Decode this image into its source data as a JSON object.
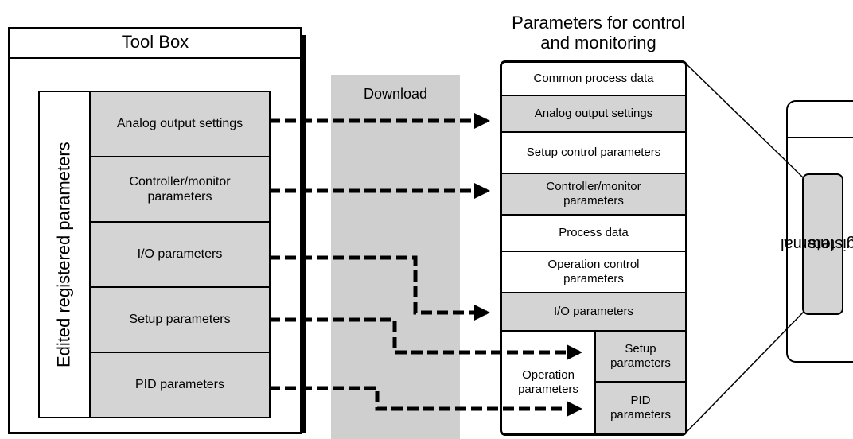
{
  "toolbox": {
    "title": "Tool Box",
    "group_label": "Edited registered parameters",
    "items": [
      "Analog output settings",
      "Controller/monitor parameters",
      "I/O parameters",
      "Setup parameters",
      "PID parameters"
    ]
  },
  "download_label": "Download",
  "params": {
    "title_line1": "Parameters for control",
    "title_line2": "and monitoring",
    "blocks": [
      "Common process data",
      "Analog output settings",
      "Setup control parameters",
      "Controller/monitor parameters",
      "Process data",
      "Operation control parameters",
      "I/O parameters"
    ],
    "operation_label": "Operation parameters",
    "sub_blocks": [
      "Setup parameters",
      "PID parameters"
    ]
  },
  "device": {
    "registers_line1": "Internal",
    "registers_line2": "registers"
  },
  "colors": {
    "shaded": "#d4d4d4",
    "band": "#cfcfcf",
    "line": "#000000"
  }
}
